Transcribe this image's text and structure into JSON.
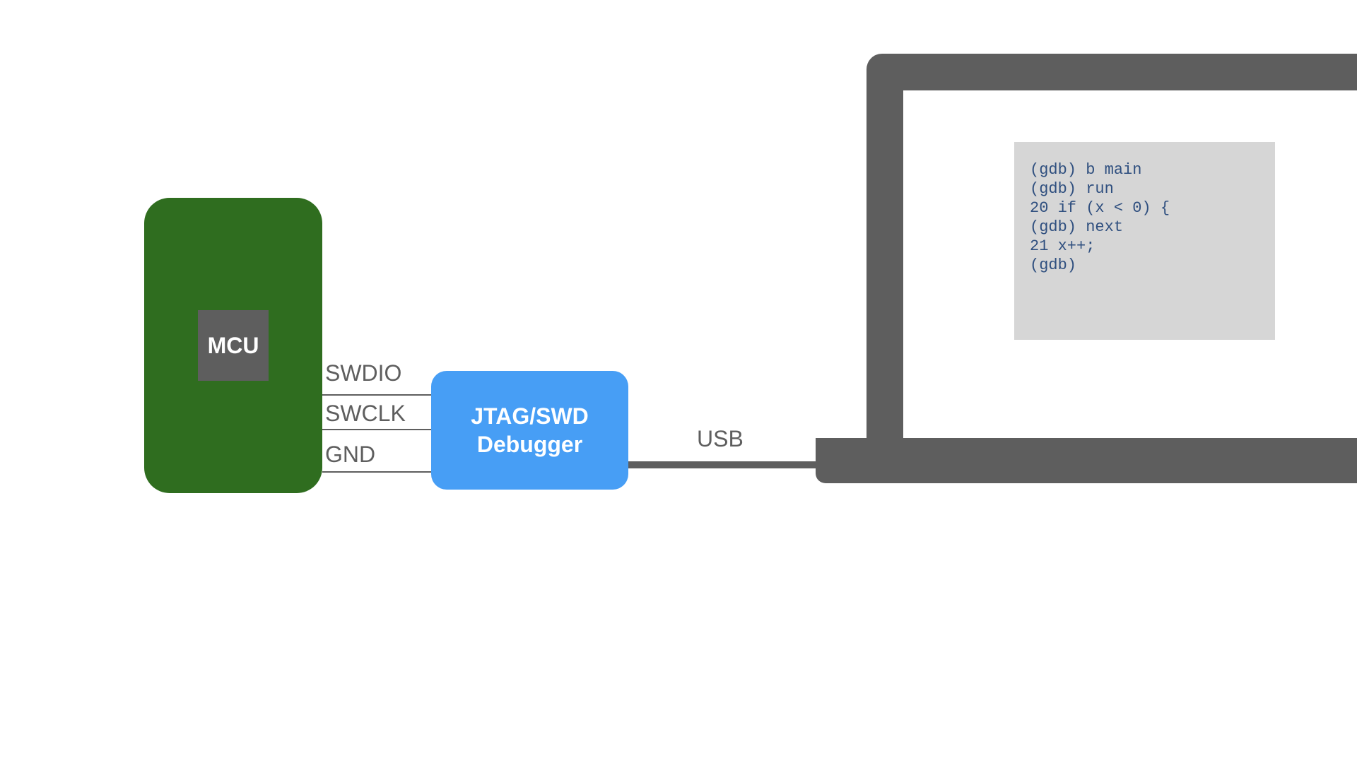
{
  "colors": {
    "board": "#2f6d1f",
    "chip": "#5e5e5e",
    "debugger": "#479ef5",
    "wire": "#5e5e5e",
    "laptop": "#5e5e5e",
    "terminal_bg": "#d6d6d6",
    "terminal_text": "#2f4f7f"
  },
  "mcu": {
    "label": "MCU"
  },
  "wires": [
    {
      "label": "SWDIO"
    },
    {
      "label": "SWCLK"
    },
    {
      "label": "GND"
    }
  ],
  "debugger": {
    "line1": "JTAG/SWD",
    "line2": "Debugger"
  },
  "usb": {
    "label": "USB"
  },
  "terminal": {
    "lines": [
      "(gdb) b main",
      "(gdb) run",
      "20 if (x < 0) {",
      "(gdb) next",
      "21 x++;",
      "(gdb)"
    ]
  }
}
